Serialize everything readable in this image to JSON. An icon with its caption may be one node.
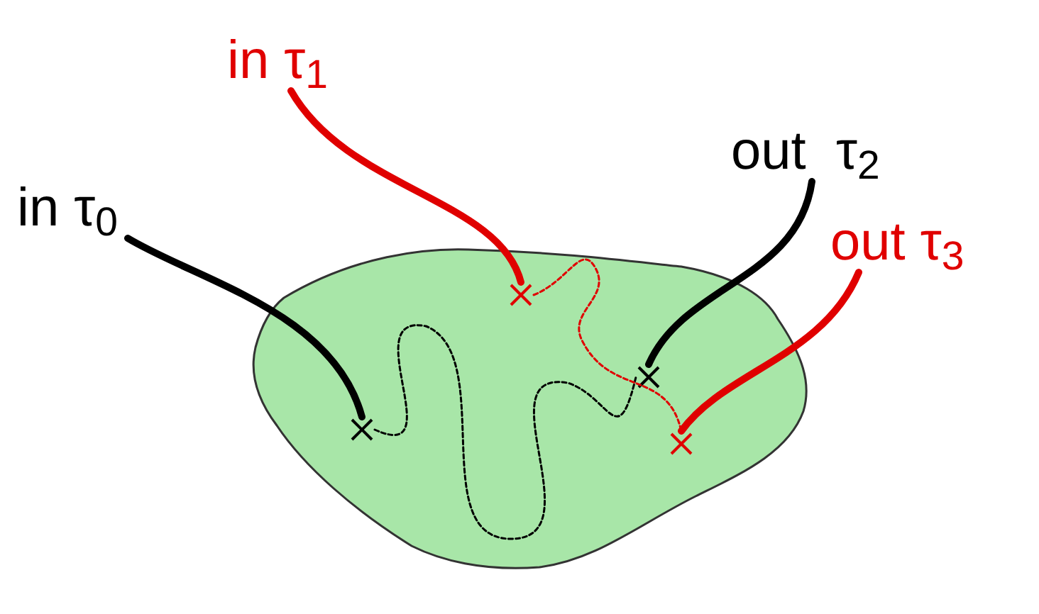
{
  "diagram": {
    "nodes": [
      {
        "text": [],
        "shape": "blob"
      },
      {
        "text": [
          "in τ$_{0}$"
        ]
      },
      {
        "text": [
          "in τ$_{1}$"
        ]
      },
      {
        "text": [
          "out  τ$_{2}$"
        ]
      },
      {
        "text": [
          "out τ$_{3}$"
        ]
      },
      {
        "text": [],
        "shape": "cross",
        "in": 0
      },
      {
        "text": [],
        "shape": "cross",
        "in": 0
      },
      {
        "text": [],
        "shape": "cross",
        "in": 0
      },
      {
        "text": [],
        "shape": "cross",
        "in": 0
      }
    ],
    "edges": [
      {
        "from": 1,
        "to": 5,
        "arrow": "none"
      },
      {
        "from": 2,
        "to": 6,
        "arrow": "none",
        "color": "#e00000"
      },
      {
        "from": 3,
        "to": 7,
        "arrow": "none"
      },
      {
        "from": 4,
        "to": 8,
        "arrow": "none",
        "color": "#e00000"
      },
      {
        "from": 5,
        "to": 7,
        "arrow": "none",
        "style": "dashed"
      },
      {
        "from": 6,
        "to": 8,
        "arrow": "none",
        "style": "dashed",
        "color": "#e00000"
      }
    ]
  }
}
